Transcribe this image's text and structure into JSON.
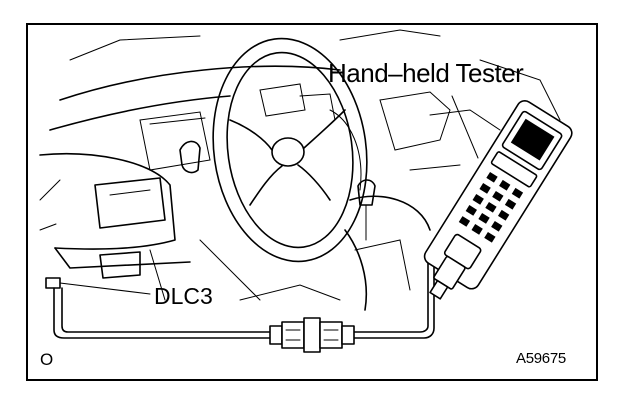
{
  "labels": {
    "tester": "Hand–held Tester",
    "dlc": "DLC3",
    "figure_code": "A59675",
    "marker": "O"
  },
  "colors": {
    "ink": "#000000",
    "paper": "#ffffff"
  }
}
